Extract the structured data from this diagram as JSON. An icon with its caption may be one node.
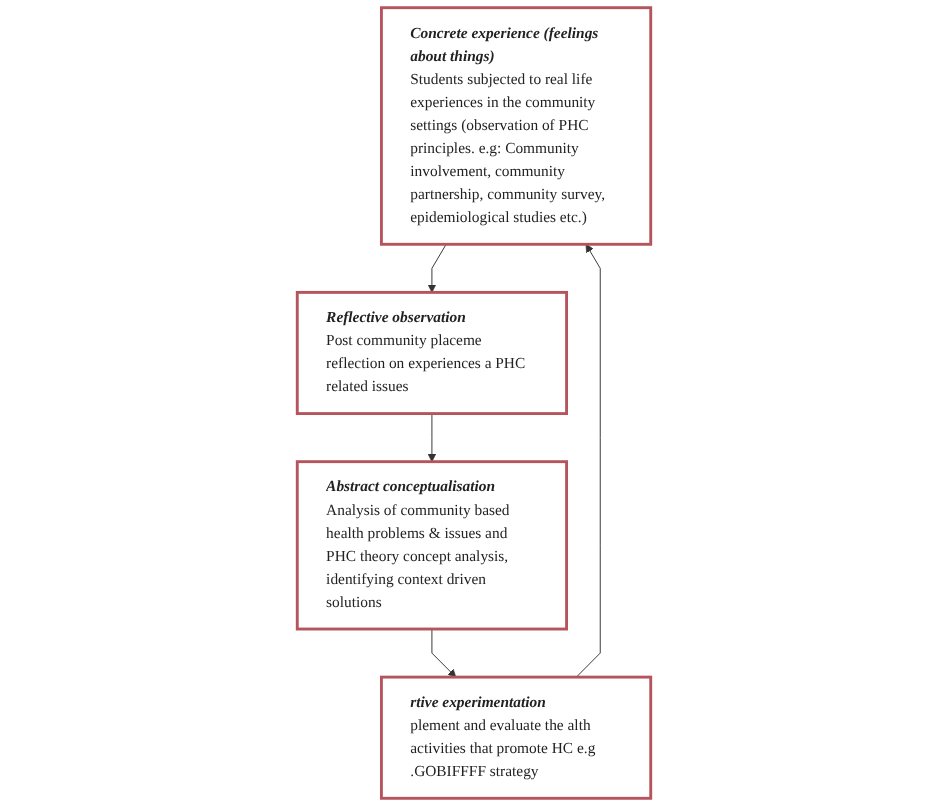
{
  "diagram": {
    "nodes": [
      {
        "text": [
          "Concrete experience (feelings about things)",
          "Students subjected to real life experiences in the community settings (observation of PHC principles. e.g: Community involvement, community partnership, community survey, epidemiological studies etc.)"
        ]
      },
      {
        "text": [
          "Reflective observation",
          "Post community placeme reflection on experiences a PHC related issues"
        ]
      },
      {
        "text": [
          "Abstract conceptualisation",
          "Analysis of community based health problems & issues and PHC theory concept analysis, identifying context driven solutions"
        ]
      },
      {
        "text": [
          "rtive experimentation",
          "plement and evaluate the alth activities that promote HC e.g .GOBIFFFF strategy"
        ]
      }
    ],
    "edges": [
      {
        "from": 0,
        "to": 1,
        "arrow": "to"
      },
      {
        "from": 1,
        "to": 2,
        "arrow": "to"
      },
      {
        "from": 2,
        "to": 3,
        "arrow": "to"
      },
      {
        "from": 3,
        "to": 0,
        "arrow": "to"
      }
    ]
  }
}
